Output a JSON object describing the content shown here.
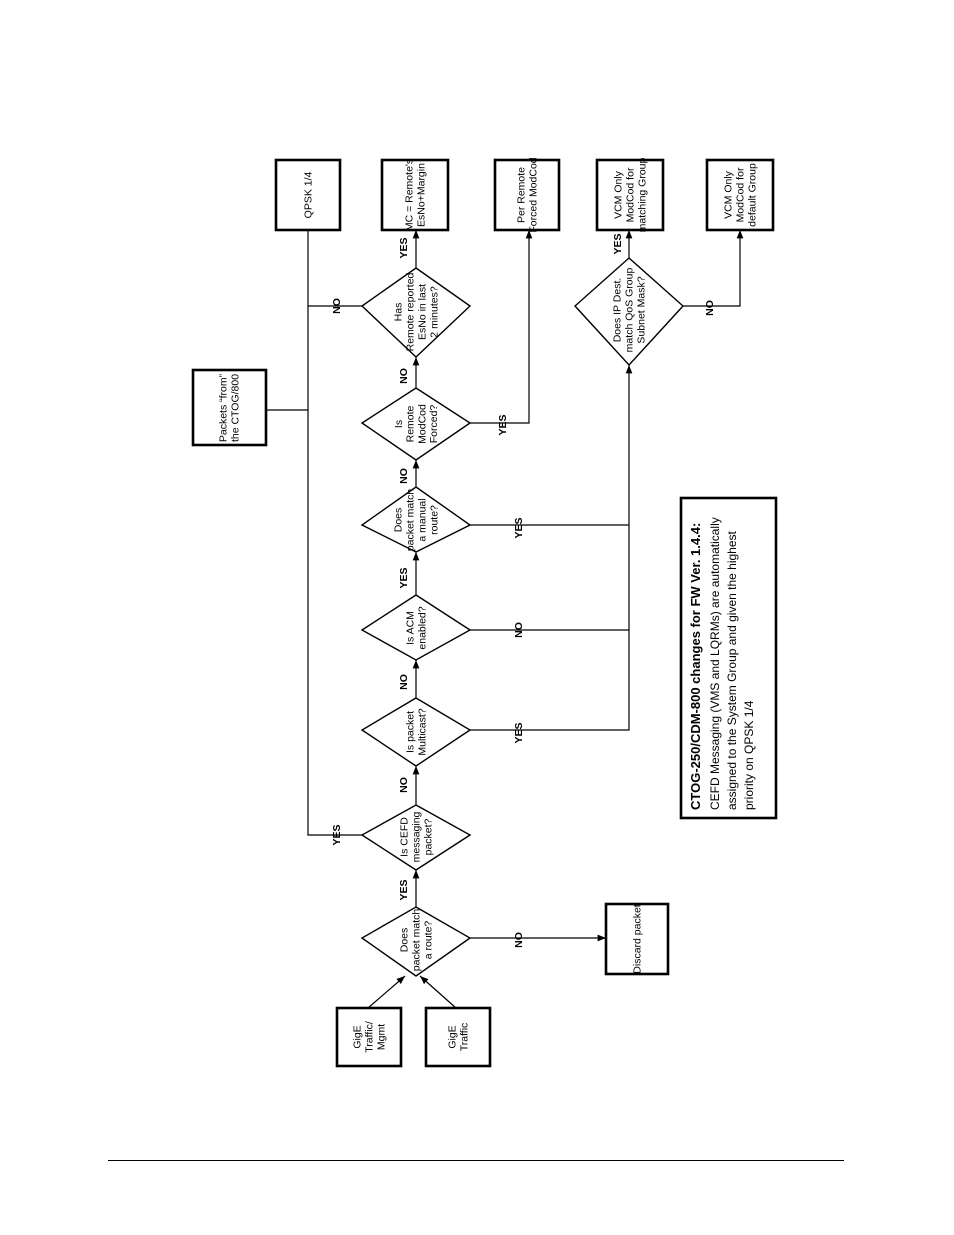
{
  "nodes": {
    "gige_mgmt": [
      "GigE",
      "Traffic/",
      "Mgmt"
    ],
    "gige_traffic": [
      "GigE",
      "Traffic"
    ],
    "packets_from": [
      "Packets “from”",
      "the CTOG/800"
    ],
    "q_route": [
      "Does",
      "packet match",
      "a route?"
    ],
    "discard": [
      "Discard  packet"
    ],
    "q_cefd": [
      "Is CEFD",
      "messaging",
      "packet?"
    ],
    "q_multicast": [
      "Is packet",
      "Multicast?"
    ],
    "q_acm": [
      "Is ACM",
      "enabled?"
    ],
    "q_manual": [
      "Does",
      "packet match",
      "a manual",
      "route?"
    ],
    "q_forced": [
      "Is",
      "Remote",
      "ModCod",
      "Forced?"
    ],
    "q_reported": [
      "Has",
      "Remote reported",
      "EsNo in last",
      "2 minutes?"
    ],
    "q_qos": [
      "Does IP Dest.",
      "match QoS Group",
      "Subnet Mask?"
    ],
    "out_qpsk": [
      "QPSK 1/4"
    ],
    "out_mc": [
      "MC = Remote's",
      "EsNo+Margin"
    ],
    "out_forced": [
      "Per Remote",
      "Forced ModCod"
    ],
    "out_vcm_match": [
      "VCM Only",
      "ModCod for",
      "matching Group"
    ],
    "out_vcm_default": [
      "VCM Only",
      "ModCod for",
      "default Group"
    ]
  },
  "labels": {
    "yes": "YES",
    "no": "NO"
  },
  "note": {
    "title": "CTOG-250/CDM-800 changes for FW Ver. 1.4.4:",
    "lines": [
      "CEFD Messaging (VMS and LQRMs) are automatically",
      "assigned to the System Group and given the highest",
      "priority on QPSK 1/4"
    ]
  }
}
